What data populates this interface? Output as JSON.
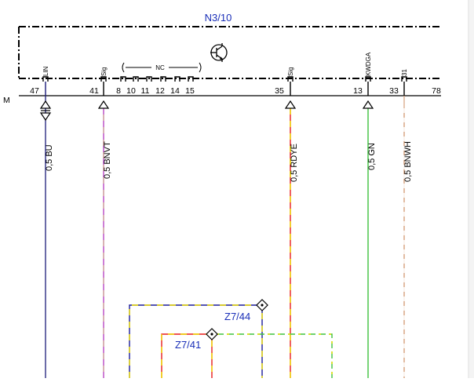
{
  "diagram": {
    "component_id": "N3/10",
    "ground_label": "M",
    "nc_label": "NC",
    "pins": [
      "47",
      "41",
      "8",
      "10",
      "11",
      "12",
      "14",
      "15",
      "35",
      "13",
      "33",
      "78"
    ],
    "signals": [
      "LIN",
      "Sig",
      "Sig",
      "KWDGA",
      "31"
    ],
    "wires": [
      {
        "label": "0,5 BU",
        "colors": [
          "#1c1c7a"
        ]
      },
      {
        "label": "0,5 BNVT",
        "colors": [
          "#c89393",
          "#c25bd6"
        ]
      },
      {
        "label": "0,5 RDYE",
        "colors": [
          "#e81c1c",
          "#f0e000"
        ]
      },
      {
        "label": "0,5 GN",
        "colors": [
          "#3ec23e"
        ]
      },
      {
        "label": "0,5 BNWH",
        "colors": [
          "#d6a07a",
          "#ffffff"
        ]
      }
    ],
    "splices": [
      "Z7/44",
      "Z7/41"
    ]
  }
}
